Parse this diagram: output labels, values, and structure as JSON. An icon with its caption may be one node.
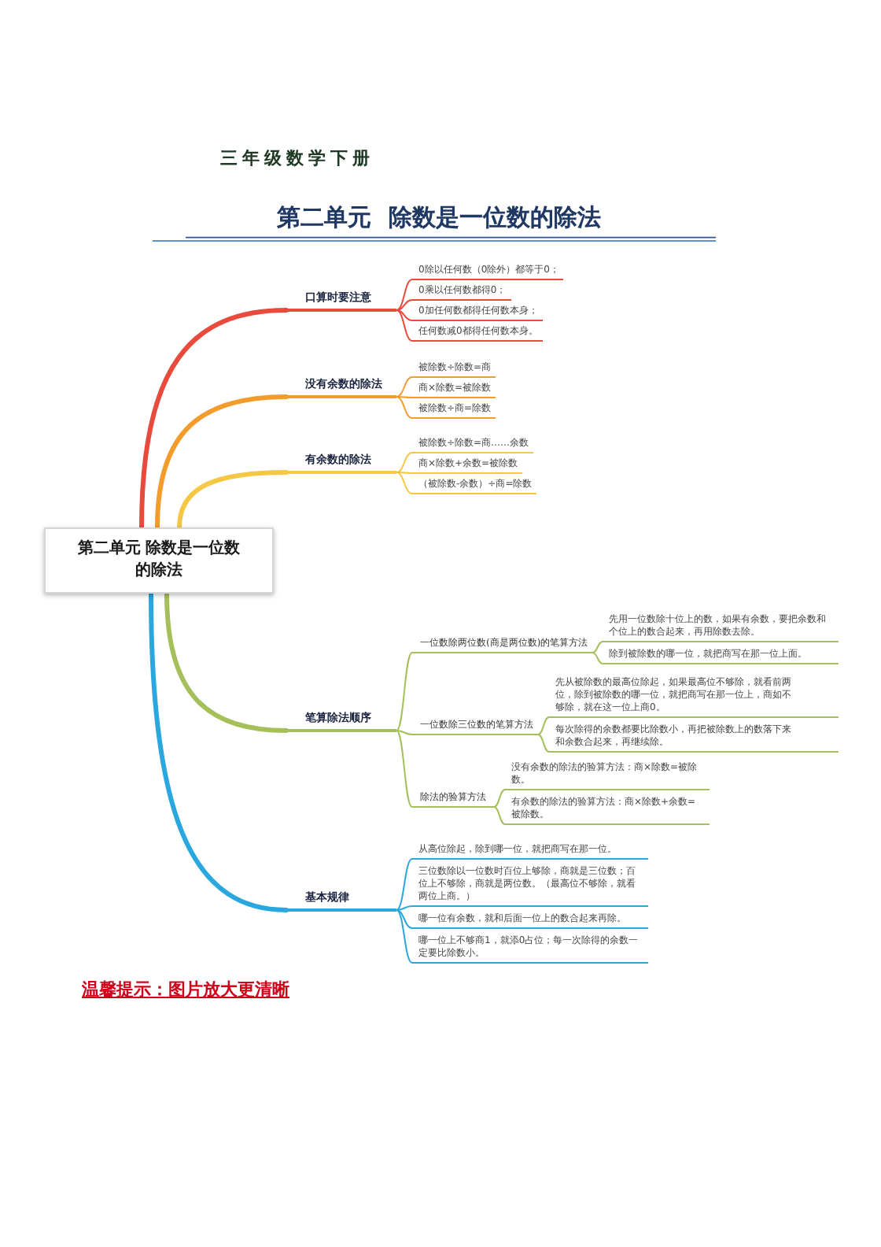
{
  "diagram": {
    "title": "第二单元 除数是一位数的除法",
    "nodes": [
      {
        "text": [
          "第二单元 除数是一位数的除法"
        ]
      },
      {
        "text": [
          "口算时要注意"
        ]
      },
      {
        "text": [
          "0除以任何数（0除外）都等于0；"
        ]
      },
      {
        "text": [
          "0乘以任何数都得0；"
        ]
      },
      {
        "text": [
          "0加任何数都得任何数本身；"
        ]
      },
      {
        "text": [
          "任何数减0都得任何数本身。"
        ]
      },
      {
        "text": [
          "没有余数的除法"
        ]
      },
      {
        "text": [
          "被除数÷除数=商"
        ]
      },
      {
        "text": [
          "商×除数=被除数"
        ]
      },
      {
        "text": [
          "被除数÷商=除数"
        ]
      },
      {
        "text": [
          "有余数的除法"
        ]
      },
      {
        "text": [
          "被除数÷除数=商……余数"
        ]
      },
      {
        "text": [
          "商×除数+余数=被除数"
        ]
      },
      {
        "text": [
          "（被除数-余数）÷商=除数"
        ]
      },
      {
        "text": [
          "笔算除法顺序"
        ]
      },
      {
        "text": [
          "一位数除两位数(商是两位数)的笔算方法"
        ]
      },
      {
        "text": [
          "先用一位数除十位上的数，如果有余数，要把余数和个位上的数合起来，再用除数去除。"
        ]
      },
      {
        "text": [
          "除到被除数的哪一位，就把商写在那一位上面。"
        ]
      },
      {
        "text": [
          "一位数除三位数的笔算方法"
        ]
      },
      {
        "text": [
          "先从被除数的最高位除起，如果最高位不够除，就看前两位，除到被除数的哪一位，就把商写在那一位上，商如不够除，就在这一位上商0。"
        ]
      },
      {
        "text": [
          "每次除得的余数都要比除数小，再把被除数上的数落下来和余数合起来，再继续除。"
        ]
      },
      {
        "text": [
          "除法的验算方法"
        ]
      },
      {
        "text": [
          "没有余数的除法的验算方法：商×除数=被除数。"
        ]
      },
      {
        "text": [
          "有余数的除法的验算方法：商×除数+余数=被除数。"
        ]
      },
      {
        "text": [
          "基本规律"
        ]
      },
      {
        "text": [
          "从高位除起，除到哪一位，就把商写在那一位。"
        ]
      },
      {
        "text": [
          "三位数除以一位数时百位上够除，商就是三位数；百位上不够除，商就是两位数。（最高位不够除，就看两位上商。）"
        ]
      },
      {
        "text": [
          "哪一位有余数，就和后面一位上的数合起来再除。"
        ]
      },
      {
        "text": [
          "哪一位上不够商1，就添0占位；每一次除得的余数一定要比除数小。"
        ]
      }
    ],
    "edges": [
      {
        "from": 0,
        "to": 1,
        "arrow": "none",
        "style": "thick",
        "color": "#e84a3c"
      },
      {
        "from": 1,
        "to": 2,
        "arrow": "none",
        "color": "#e84a3c"
      },
      {
        "from": 1,
        "to": 3,
        "arrow": "none",
        "color": "#e84a3c"
      },
      {
        "from": 1,
        "to": 4,
        "arrow": "none",
        "color": "#e84a3c"
      },
      {
        "from": 1,
        "to": 5,
        "arrow": "none",
        "color": "#e84a3c"
      },
      {
        "from": 0,
        "to": 6,
        "arrow": "none",
        "style": "thick",
        "color": "#f39c2b"
      },
      {
        "from": 6,
        "to": 7,
        "arrow": "none",
        "color": "#f39c2b"
      },
      {
        "from": 6,
        "to": 8,
        "arrow": "none",
        "color": "#f39c2b"
      },
      {
        "from": 6,
        "to": 9,
        "arrow": "none",
        "color": "#f39c2b"
      },
      {
        "from": 0,
        "to": 10,
        "arrow": "none",
        "style": "thick",
        "color": "#f6c744"
      },
      {
        "from": 10,
        "to": 11,
        "arrow": "none",
        "color": "#f6c744"
      },
      {
        "from": 10,
        "to": 12,
        "arrow": "none",
        "color": "#f6c744"
      },
      {
        "from": 10,
        "to": 13,
        "arrow": "none",
        "color": "#f6c744"
      },
      {
        "from": 0,
        "to": 14,
        "arrow": "none",
        "style": "thick"
      },
      {
        "from": 14,
        "to": 15,
        "arrow": "none"
      },
      {
        "from": 15,
        "to": 16,
        "arrow": "none"
      },
      {
        "from": 15,
        "to": 17,
        "arrow": "none"
      },
      {
        "from": 14,
        "to": 18,
        "arrow": "none"
      },
      {
        "from": 18,
        "to": 19,
        "arrow": "none"
      },
      {
        "from": 18,
        "to": 20,
        "arrow": "none"
      },
      {
        "from": 14,
        "to": 21,
        "arrow": "none"
      },
      {
        "from": 21,
        "to": 22,
        "arrow": "none"
      },
      {
        "from": 21,
        "to": 23,
        "arrow": "none"
      },
      {
        "from": 0,
        "to": 24,
        "arrow": "none",
        "style": "thick",
        "color": "#2aa7df"
      },
      {
        "from": 24,
        "to": 25,
        "arrow": "none",
        "color": "#2aa7df"
      },
      {
        "from": 24,
        "to": 26,
        "arrow": "none",
        "color": "#2aa7df"
      },
      {
        "from": 24,
        "to": 27,
        "arrow": "none",
        "color": "#2aa7df"
      },
      {
        "from": 24,
        "to": 28,
        "arrow": "none",
        "color": "#2aa7df"
      }
    ],
    "labels": [
      "三年级数学下册",
      "温馨提示：图片放大更清晰"
    ]
  }
}
